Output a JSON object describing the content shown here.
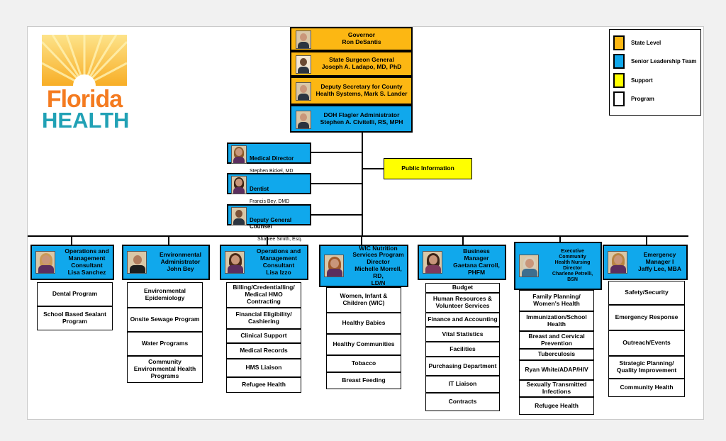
{
  "logo": {
    "line1": "Florida",
    "line2": "HEALTH"
  },
  "legend": {
    "items": [
      {
        "label": "State Level",
        "color": "#fcb713"
      },
      {
        "label": "Senior Leadership Team",
        "color": "#10a8ec"
      },
      {
        "label": "Support",
        "color": "#ffff00"
      },
      {
        "label": "Program",
        "color": "#ffffff"
      }
    ]
  },
  "chain": [
    {
      "text": "Governor\nRon DeSantis"
    },
    {
      "text": "State Surgeon General\nJoseph A. Ladapo, MD, PhD"
    },
    {
      "text": "Deputy Secretary for County\nHealth Systems, Mark S. Lander"
    },
    {
      "text": "DOH Flagler Administrator\nStephen A. Civitelli, RS, MPH"
    }
  ],
  "staff": [
    {
      "title": "Medical Director",
      "name": "Stephen Bickel, MD"
    },
    {
      "title": "Dentist",
      "name": "Francis Bey, DMD"
    },
    {
      "title": "Deputy General Counsel",
      "name": "Shawee Smith, Esq."
    }
  ],
  "support": {
    "public_information": "Public Information"
  },
  "departments": [
    {
      "head": "Operations and\nManagement\nConsultant\nLisa Sanchez",
      "programs": [
        "Dental Program",
        "School Based Sealant\nProgram"
      ]
    },
    {
      "head": "Environmental\nAdministrator\nJohn Bey",
      "programs": [
        "Environmental\nEpidemiology",
        "Onsite Sewage Program",
        "Water Programs",
        "Community\nEnvironmental Health\nPrograms"
      ]
    },
    {
      "head": "Operations and\nManagement\nConsultant\nLisa Izzo",
      "programs": [
        "Billing/Credentialling/\nMedical HMO\nContracting",
        "Financial Eligibility/\nCashiering",
        "Clinical Support",
        "Medical Records",
        "HMS Liaison",
        "Refugee Health"
      ]
    },
    {
      "head": "WIC Nutrition\nServices Program\nDirector\nMichelle Morrell, RD,\nLD/N",
      "programs": [
        "Women, Infant &\nChildren (WIC)",
        "Healthy Babies",
        "Healthy Communities",
        "Tobacco",
        "Breast Feeding"
      ]
    },
    {
      "head": "Business Manager\nGaetana Carroll,\nPHFM",
      "programs": [
        "Budget",
        "Human Resources &\nVolunteer Services",
        "Finance and Accounting",
        "Vital Statistics",
        "Facilities",
        "Purchasing Department",
        "IT Liaison",
        "Contracts"
      ]
    },
    {
      "head": "Executive Community\nHealth Nursing Director\nCharlene Petrelli, BSN",
      "programs": [
        "Family Planning/\nWomen's Health",
        "Immunization/School\nHealth",
        "Breast and Cervical\nPrevention",
        "Tuberculosis",
        "Ryan White/ADAP/HIV",
        "Sexually Transmitted\nInfections",
        "Refugee Health"
      ]
    },
    {
      "head": "Emergency\nManager I\nJaffy Lee, MBA",
      "programs": [
        "Safety/Security",
        "Emergency Response",
        "Outreach/Events",
        "Strategic Planning/\nQuality Improvement",
        "Community Health"
      ]
    }
  ]
}
